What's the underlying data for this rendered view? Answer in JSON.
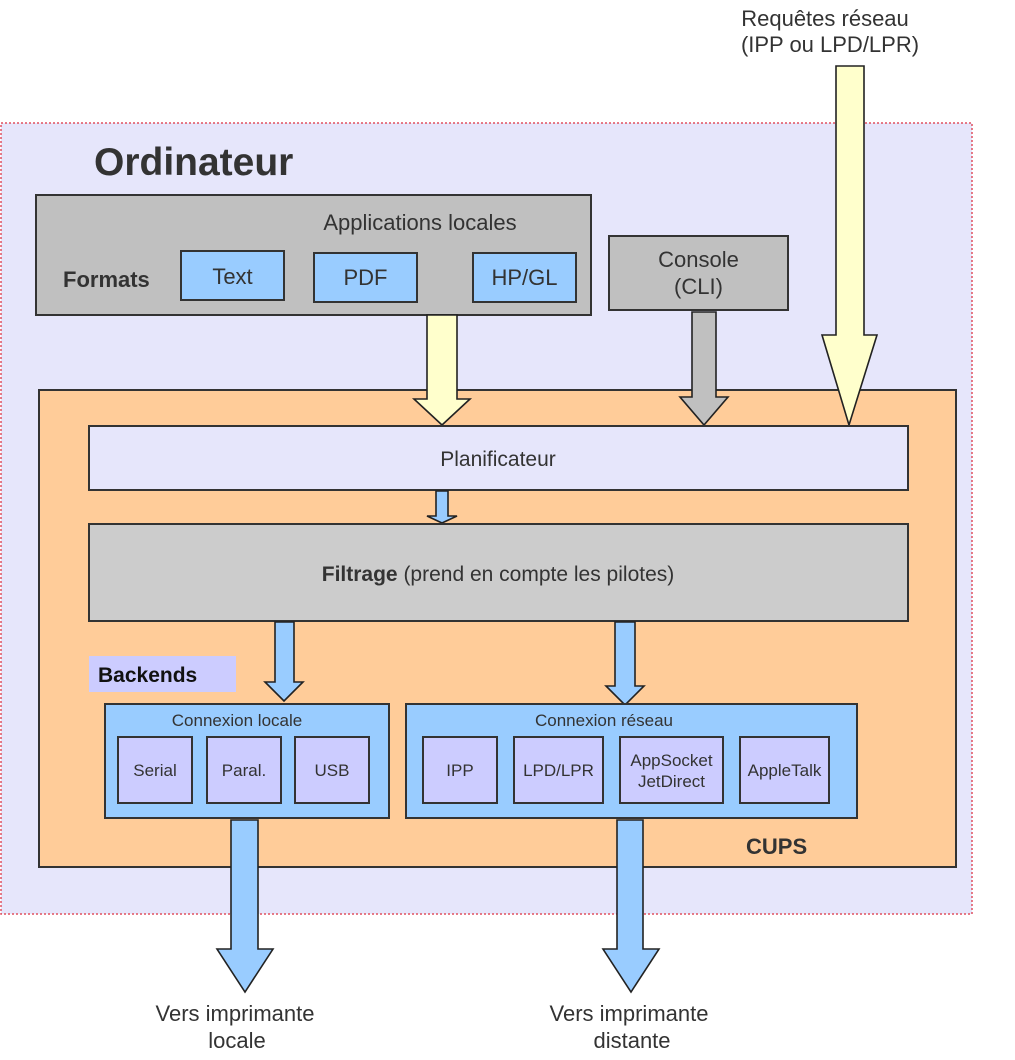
{
  "diagram": {
    "colors": {
      "computer_bg": "#e6e6fb",
      "computer_border": "#e05060",
      "gray_box": "#c0c0c0",
      "filter_box": "#cccccc",
      "format_box": "#99ccff",
      "cups_bg": "#ffcc99",
      "backend_item": "#ccccff",
      "yellow_arrow": "#ffffcc",
      "blue_arrow": "#99ccff",
      "gray_arrow": "#c0c0c0"
    },
    "network_requests": {
      "line1": "Requêtes réseau",
      "line2": "(IPP ou LPD/LPR)"
    },
    "computer": {
      "title": "Ordinateur"
    },
    "local_apps": {
      "title": "Applications locales",
      "formats_label": "Formats",
      "formats": [
        "Text",
        "PDF",
        "HP/GL"
      ]
    },
    "console": {
      "line1": "Console",
      "line2": "(CLI)"
    },
    "cups": {
      "label": "CUPS",
      "scheduler": "Planificateur",
      "filtering_bold": "Filtrage",
      "filtering_rest": " (prend en compte les pilotes)",
      "backends_label": "Backends",
      "local_connection": {
        "title": "Connexion locale",
        "items": [
          "Serial",
          "Paral.",
          "USB"
        ]
      },
      "network_connection": {
        "title": "Connexion réseau",
        "items": [
          "IPP",
          "LPD/LPR",
          "AppSocket",
          "JetDirect",
          "AppleTalk"
        ]
      }
    },
    "outputs": {
      "local_line1": "Vers imprimante",
      "local_line2": "locale",
      "remote_line1": "Vers imprimante",
      "remote_line2": "distante"
    }
  }
}
